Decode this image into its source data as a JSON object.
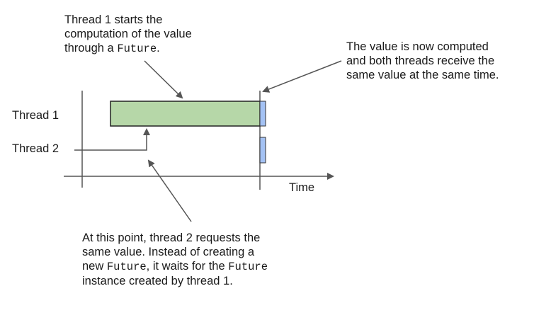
{
  "notes": {
    "top_left": {
      "lines": [
        [
          {
            "t": "Thread 1 starts the",
            "mono": false
          }
        ],
        [
          {
            "t": "computation of the value",
            "mono": false
          }
        ],
        [
          {
            "t": "through a ",
            "mono": false
          },
          {
            "t": "Future",
            "mono": true
          },
          {
            "t": ".",
            "mono": false
          }
        ]
      ]
    },
    "top_right": {
      "lines": [
        [
          {
            "t": "The value is now computed",
            "mono": false
          }
        ],
        [
          {
            "t": "and both threads receive the",
            "mono": false
          }
        ],
        [
          {
            "t": "same value at the same time.",
            "mono": false
          }
        ]
      ]
    },
    "bottom": {
      "lines": [
        [
          {
            "t": "At this point, thread 2 requests the",
            "mono": false
          }
        ],
        [
          {
            "t": "same value.  Instead of creating a",
            "mono": false
          }
        ],
        [
          {
            "t": "new ",
            "mono": false
          },
          {
            "t": "Future",
            "mono": true
          },
          {
            "t": ", it waits for the ",
            "mono": false
          },
          {
            "t": "Future",
            "mono": true
          }
        ],
        [
          {
            "t": "instance created by thread 1.",
            "mono": false
          }
        ]
      ]
    }
  },
  "labels": {
    "thread1": "Thread 1",
    "thread2": "Thread 2",
    "time": "Time"
  },
  "colors": {
    "computation_bar": "#b6d7a8",
    "result_bar": "#a4c2f4",
    "stroke": "#222222",
    "axis": "#555555",
    "arrow": "#555555"
  }
}
